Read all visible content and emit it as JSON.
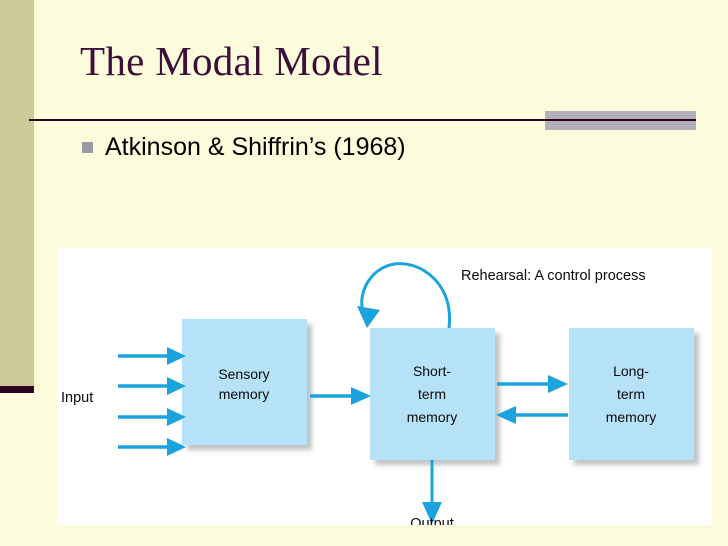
{
  "slide": {
    "title": "The Modal Model",
    "bullets": [
      {
        "marker": "square-bullet",
        "text": "Atkinson & Shiffrin’s (1968)"
      }
    ],
    "colors": {
      "background": "#fcfcdc",
      "band": "#ccca99",
      "band_accent": "#2a0420",
      "title_text": "#3c1039",
      "divider_line": "#2a0420",
      "divider_block": "#b0b0b8",
      "bullet_marker": "#9a9aa4",
      "panel": "#ffffff"
    }
  },
  "diagram": {
    "name": "atkinson-shiffrin-modal-model",
    "colors": {
      "box_fill": "#b6e2f7",
      "arrow": "#1ba3dd",
      "arrow_dark": "#1f97c9",
      "text": "#0b0b0b"
    },
    "boxes": [
      {
        "id": "sensory-memory",
        "lines": [
          "Sensory",
          "memory"
        ]
      },
      {
        "id": "short-term-memory",
        "lines": [
          "Short-",
          "term",
          "memory"
        ]
      },
      {
        "id": "long-term-memory",
        "lines": [
          "Long-",
          "term",
          "memory"
        ]
      }
    ],
    "labels": {
      "input": "Input",
      "output": "Output",
      "rehearsal": "Rehearsal: A control process"
    },
    "flows": [
      {
        "from": "input",
        "to": "sensory-memory",
        "count": 4,
        "direction": "right"
      },
      {
        "from": "sensory-memory",
        "to": "short-term-memory",
        "direction": "right"
      },
      {
        "from": "short-term-memory",
        "to": "long-term-memory",
        "direction": "right"
      },
      {
        "from": "long-term-memory",
        "to": "short-term-memory",
        "direction": "left"
      },
      {
        "from": "short-term-memory",
        "to": "output",
        "direction": "down"
      },
      {
        "from": "short-term-memory",
        "to": "short-term-memory",
        "direction": "loop",
        "label": "rehearsal"
      }
    ]
  }
}
